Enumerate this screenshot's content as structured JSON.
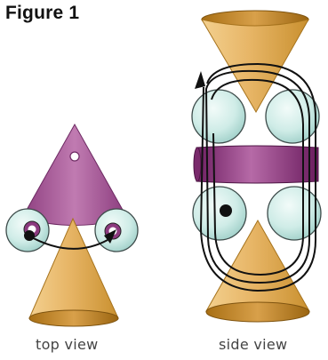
{
  "figure": {
    "title": "Figure 1"
  },
  "captions": {
    "top_view": "top view",
    "side_view": "side view"
  },
  "colors": {
    "cone_gold": "#e7b566",
    "cone_gold_dark": "#b57d22",
    "cone_purple": "#b96fa7",
    "cone_purple_dark": "#7a2a6c",
    "sphere": "#d3ede9",
    "sphere_edge": "#3d4b4a",
    "ring_purple": "#8c3a7f",
    "path_line": "#111111"
  },
  "icons": [
    "arrow-head-icon",
    "ion-dot-icon"
  ]
}
